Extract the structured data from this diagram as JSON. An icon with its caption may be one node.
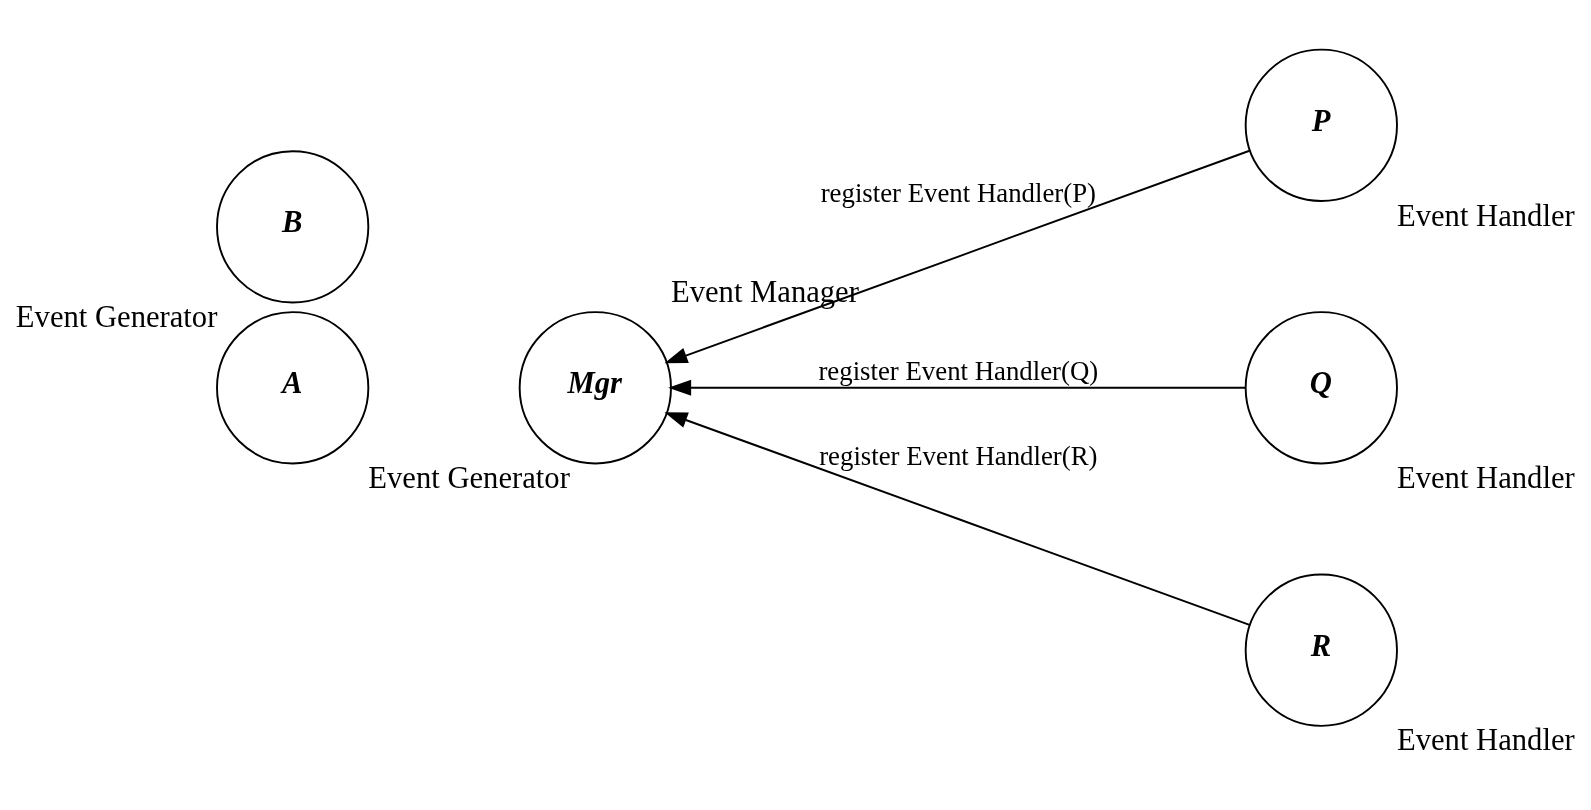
{
  "diagram": {
    "nodes": [
      {
        "text": [
          "A"
        ],
        "beside": [
          "Event Generator"
        ]
      },
      {
        "text": [
          "B"
        ],
        "beside": [
          "Event Generator"
        ]
      },
      {
        "text": [
          "Mgr"
        ],
        "beside": [
          "Event Manager"
        ]
      },
      {
        "text": [
          "P"
        ],
        "beside": [
          "Event Handler"
        ]
      },
      {
        "text": [
          "Q"
        ],
        "beside": [
          "Event Handler"
        ]
      },
      {
        "text": [
          "R"
        ],
        "beside": [
          "Event Handler"
        ]
      }
    ],
    "edges": [
      {
        "from": 3,
        "to": 2,
        "arrow": "to",
        "label": "register Event Handler(P)"
      },
      {
        "from": 4,
        "to": 2,
        "arrow": "to",
        "label": "register Event Handler(Q)"
      },
      {
        "from": 5,
        "to": 2,
        "arrow": "to",
        "label": "register Event Handler(R)"
      }
    ]
  }
}
